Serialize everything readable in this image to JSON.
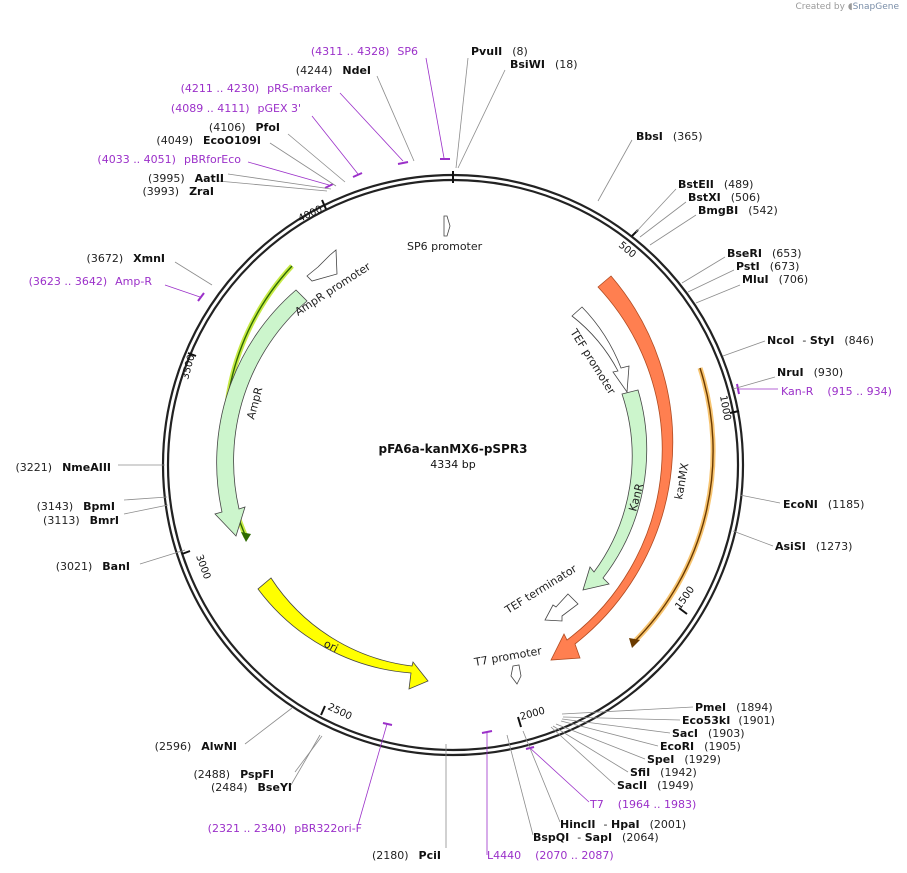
{
  "credit": {
    "prefix": "Created by",
    "brand": "SnapGene"
  },
  "map": {
    "name": "pFA6a-kanMX6-pSPR3",
    "length": "4334 bp"
  },
  "ticks": [
    "500",
    "1000",
    "1500",
    "2000",
    "2500",
    "3000",
    "3500",
    "4000"
  ],
  "features": [
    {
      "name": "SP6 promoter",
      "type": "promoter"
    },
    {
      "name": "AmpR promoter",
      "type": "promoter"
    },
    {
      "name": "AmpR",
      "type": "gene"
    },
    {
      "name": "ori",
      "type": "rep_origin"
    },
    {
      "name": "TEF promoter",
      "type": "promoter"
    },
    {
      "name": "KanR",
      "type": "gene"
    },
    {
      "name": "TEF terminator",
      "type": "terminator"
    },
    {
      "name": "kanMX",
      "type": "gene"
    },
    {
      "name": "T7 promoter",
      "type": "promoter"
    }
  ],
  "sites": [
    {
      "name": "PvuII",
      "pos": "(8)"
    },
    {
      "name": "BsiWI",
      "pos": "(18)"
    },
    {
      "name": "BbsI",
      "pos": "(365)"
    },
    {
      "name": "BstEII",
      "pos": "(489)"
    },
    {
      "name": "BstXI",
      "pos": "(506)"
    },
    {
      "name": "BmgBI",
      "pos": "(542)"
    },
    {
      "name": "BseRI",
      "pos": "(653)"
    },
    {
      "name": "PstI",
      "pos": "(673)"
    },
    {
      "name": "MluI",
      "pos": "(706)"
    },
    {
      "name": "NcoI",
      "sep": "- ",
      "name2": "StyI",
      "pos": "(846)"
    },
    {
      "name": "NruI",
      "pos": "(930)"
    },
    {
      "name": "EcoNI",
      "pos": "(1185)"
    },
    {
      "name": "AsiSI",
      "pos": "(1273)"
    },
    {
      "name": "PmeI",
      "pos": "(1894)"
    },
    {
      "name": "Eco53kI",
      "pos": "(1901)"
    },
    {
      "name": "SacI",
      "pos": "(1903)"
    },
    {
      "name": "EcoRI",
      "pos": "(1905)"
    },
    {
      "name": "SpeI",
      "pos": "(1929)"
    },
    {
      "name": "SfiI",
      "pos": "(1942)"
    },
    {
      "name": "SacII",
      "pos": "(1949)"
    },
    {
      "name": "HincII",
      "sep": "- ",
      "name2": "HpaI",
      "pos": "(2001)"
    },
    {
      "name": "BspQI",
      "sep": "- ",
      "name2": "SapI",
      "pos": "(2064)"
    },
    {
      "name": "PciI",
      "pos": "(2180)"
    },
    {
      "name": "BseYI",
      "pos": "(2484)"
    },
    {
      "name": "PspFI",
      "pos": "(2488)"
    },
    {
      "name": "AlwNI",
      "pos": "(2596)"
    },
    {
      "name": "BanI",
      "pos": "(3021)"
    },
    {
      "name": "BmrI",
      "pos": "(3113)"
    },
    {
      "name": "BpmI",
      "pos": "(3143)"
    },
    {
      "name": "NmeAIII",
      "pos": "(3221)"
    },
    {
      "name": "XmnI",
      "pos": "(3672)"
    },
    {
      "name": "ZraI",
      "pos": "(3993)"
    },
    {
      "name": "AatII",
      "pos": "(3995)"
    },
    {
      "name": "EcoO109I",
      "pos": "(4049)"
    },
    {
      "name": "PfoI",
      "pos": "(4106)"
    },
    {
      "name": "NdeI",
      "pos": "(4244)"
    }
  ],
  "primers": [
    {
      "name": "SP6",
      "range": "(4311 .. 4328)"
    },
    {
      "name": "pRS-marker",
      "range": "(4211 .. 4230)"
    },
    {
      "name": "pGEX 3'",
      "range": "(4089 .. 4111)"
    },
    {
      "name": "pBRforEco",
      "range": "(4033 .. 4051)"
    },
    {
      "name": "Amp-R",
      "range": "(3623 .. 3642)"
    },
    {
      "name": "Kan-R",
      "range": "(915 .. 934)"
    },
    {
      "name": "T7",
      "range": "(1964 .. 1983)"
    },
    {
      "name": "L4440",
      "range": "(2070 .. 2087)"
    },
    {
      "name": "pBR322ori-F",
      "range": "(2321 .. 2340)"
    }
  ],
  "colors": {
    "backbone": "#222222",
    "primer": "#9b30c9",
    "gene": "#ccf5cc",
    "kanmx": "#ff7f50",
    "ori": "#ffff00",
    "promoter": "#ffffff",
    "leader": "#8c8c8c"
  }
}
